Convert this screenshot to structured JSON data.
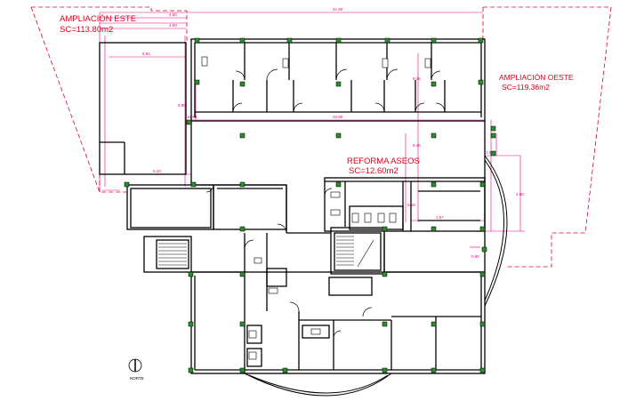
{
  "labels": {
    "ampliacion_este_title": "AMPLIACIÓN  ESTE",
    "ampliacion_este_area": "SC=113.80m2",
    "ampliacion_oeste_title": "AMPLIACIÓN  OESTE",
    "ampliacion_oeste_area": "SC=119.36m2",
    "reforma_title": "REFORMA  ASEOS",
    "reforma_area": "SC=12.60m2",
    "north_label": "NORTE"
  },
  "dimensions": {
    "top_total": "41.90",
    "corridor_width": "33.80",
    "dim_left_a": "4.50",
    "dim_left_b": "4.50",
    "dim_left_c": "6.93",
    "dim_left_d": "9.90",
    "dim_left_e": "6.10",
    "dim_mid_vert": "10.98",
    "dim_right_vert_a": "9.15",
    "dim_right_vert_b": "8.15",
    "dim_right_vert_c": "4.85",
    "dim_reforma_a": "1.57",
    "dim_reforma_b": "5.15",
    "dim_small_a": "1.65",
    "dim_small_b": "0.80"
  },
  "colors": {
    "walls": "#000000",
    "dimension_lines": "#e6007e",
    "extension_outline": "#e0001b",
    "columns": "#2e8b2e"
  }
}
